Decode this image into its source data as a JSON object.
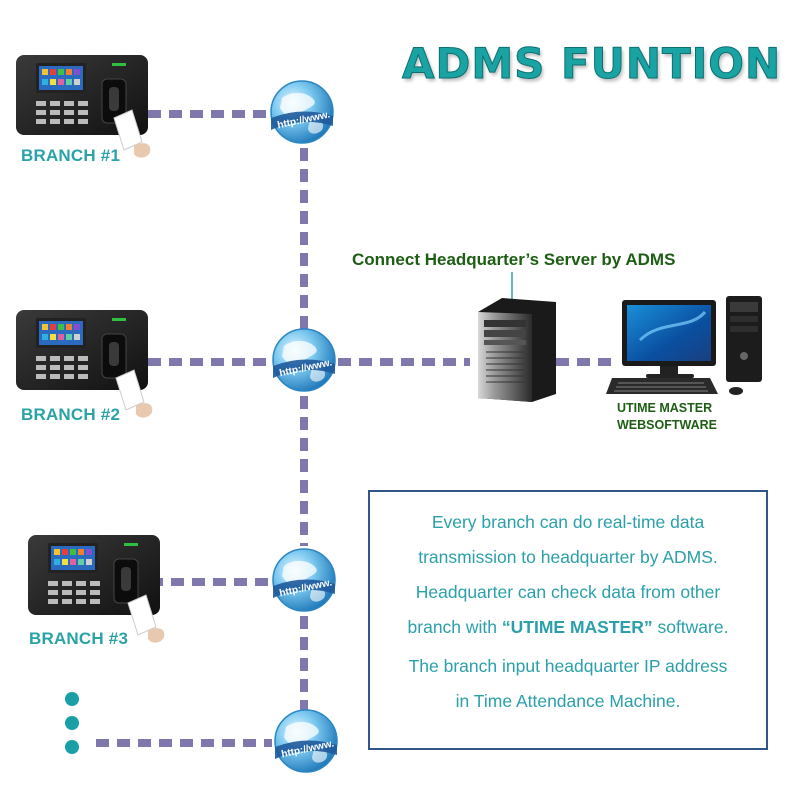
{
  "title": "ADMS FUNTION",
  "branches": [
    {
      "label": "BRANCH #1"
    },
    {
      "label": "BRANCH #2"
    },
    {
      "label": "BRANCH #3"
    }
  ],
  "globe_text": "http://www.",
  "server_caption": "Connect Headquarter’s Server by ADMS",
  "software": {
    "line1": "UTIME MASTER",
    "line2": "WEBSOFTWARE"
  },
  "info": {
    "line1": "Every branch can do real-time data",
    "line2": "transmission to headquarter by ADMS.",
    "line3": "Headquarter can check data from other",
    "line4_pre": "branch with ",
    "line4_bold": "“UTIME MASTER”",
    "line4_post": " software.",
    "line5": "The branch input headquarter IP address",
    "line6": "in Time Attendance Machine."
  },
  "colors": {
    "title": "#1aa3a3",
    "branch_label": "#2aa3a8",
    "connector": "#7f78ad",
    "dots": "#1a9fa6",
    "caption": "#1d5e14",
    "info_text": "#2ba0aa",
    "info_border": "#34558a"
  }
}
